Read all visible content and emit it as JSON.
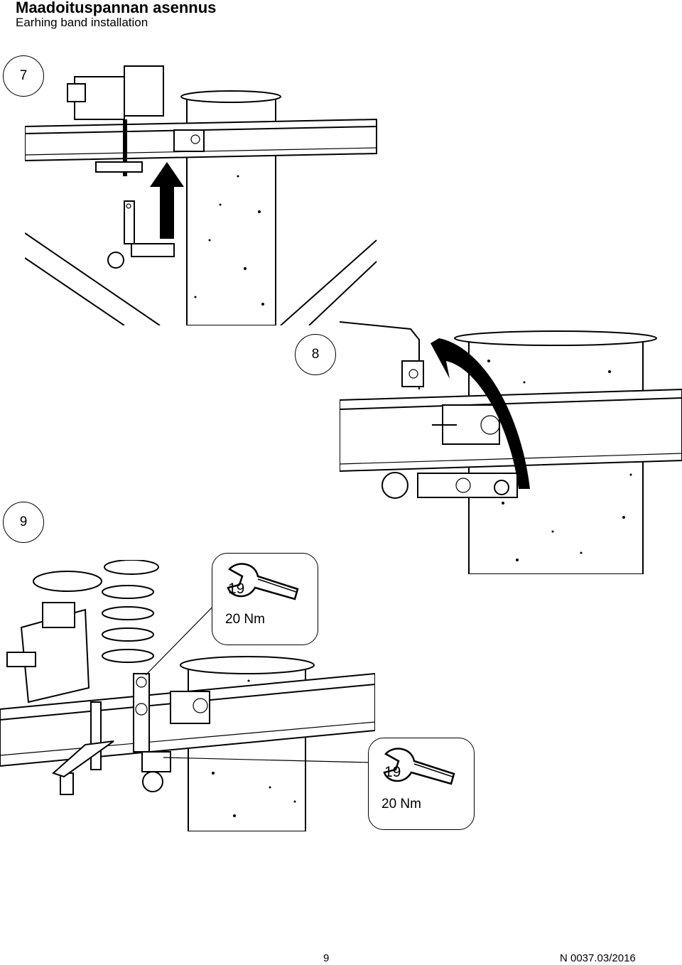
{
  "header": {
    "title": "Maadoituspannan asennus",
    "subtitle": "Earhing band installation"
  },
  "steps": [
    {
      "number": "7"
    },
    {
      "number": "8"
    },
    {
      "number": "9"
    }
  ],
  "callouts": [
    {
      "wrench_size": "19",
      "torque": "20 Nm",
      "icon": "wrench-icon"
    },
    {
      "wrench_size": "19",
      "torque": "20 Nm",
      "icon": "wrench-icon"
    }
  ],
  "footer": {
    "page_number": "9",
    "document_code": "N 0037.03/2016"
  }
}
